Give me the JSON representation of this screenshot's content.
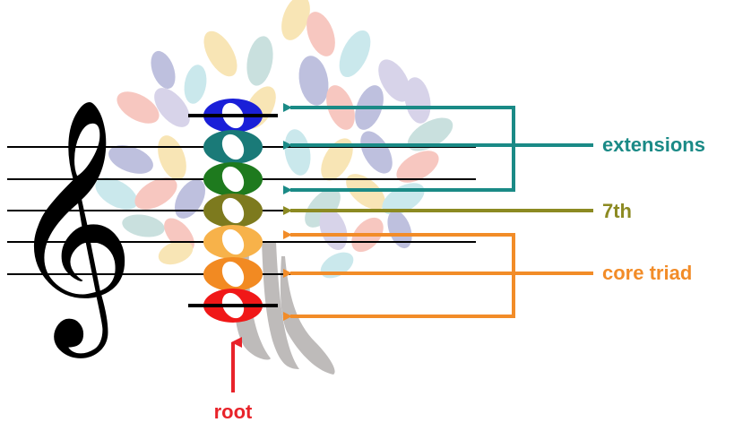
{
  "labels": {
    "extensions": "extensions",
    "seventh": "7th",
    "core_triad": "core triad",
    "root": "root"
  },
  "colors": {
    "extensions": "#1a8a86",
    "seventh": "#8c8a22",
    "core_triad": "#f28c28",
    "root": "#e8232a",
    "staff": "#000000"
  },
  "notes": [
    {
      "role": "extension",
      "color": "#1a1fd8"
    },
    {
      "role": "extension",
      "color": "#1a7a78"
    },
    {
      "role": "extension",
      "color": "#1e7a1e"
    },
    {
      "role": "seventh",
      "color": "#7d7a1e"
    },
    {
      "role": "core-triad",
      "color": "#f7b24a"
    },
    {
      "role": "core-triad",
      "color": "#f28a22"
    },
    {
      "role": "root",
      "color": "#f01818"
    }
  ]
}
